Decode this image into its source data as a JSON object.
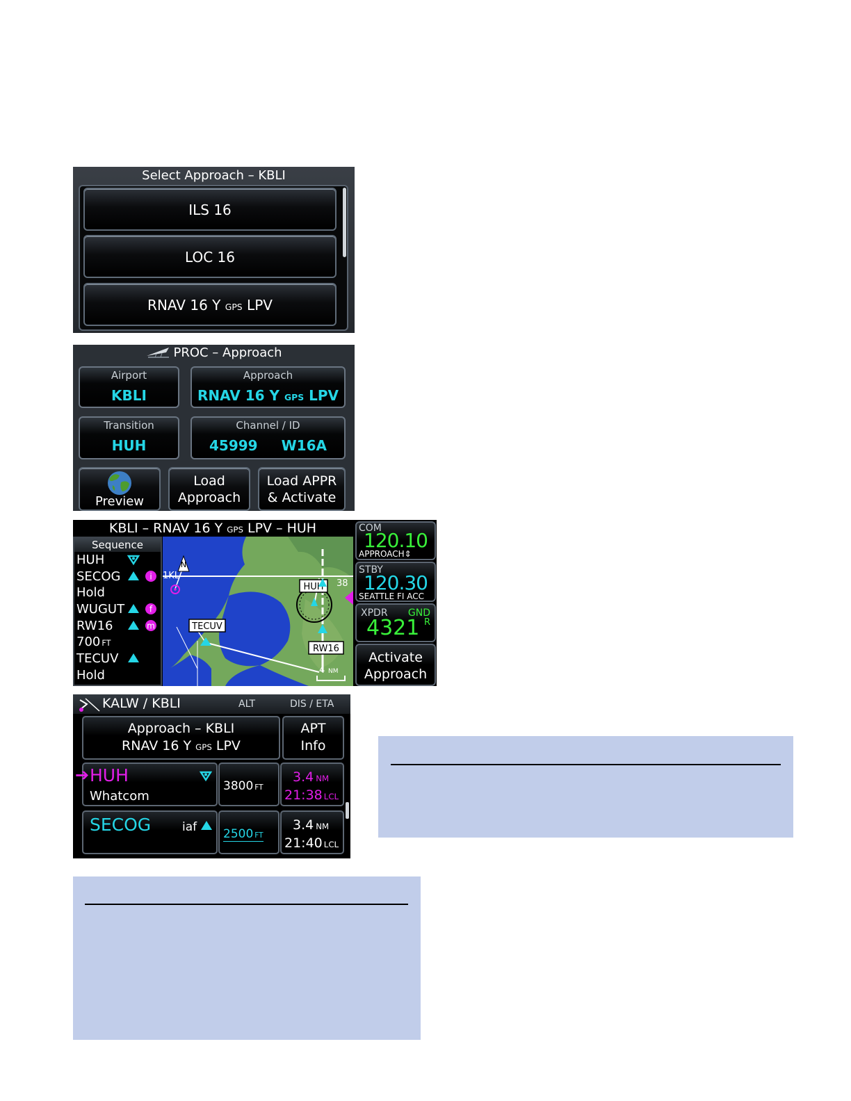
{
  "select_approach": {
    "title": "Select Approach – KBLI",
    "items": [
      {
        "main": "ILS 16",
        "gps": "",
        "suffix": ""
      },
      {
        "main": "LOC 16",
        "gps": "",
        "suffix": ""
      },
      {
        "main": "RNAV 16 Y ",
        "gps": "GPS",
        "suffix": " LPV"
      }
    ]
  },
  "proc": {
    "title": "PROC – Approach",
    "airport_label": "Airport",
    "airport_value": "KBLI",
    "approach_label": "Approach",
    "approach_main": "RNAV 16 Y ",
    "approach_gps": "GPS",
    "approach_suffix": " LPV",
    "transition_label": "Transition",
    "transition_value": "HUH",
    "channel_label": "Channel / ID",
    "channel_value": "45999",
    "id_value": "W16A",
    "preview_label": "Preview",
    "load_line1": "Load",
    "load_line2": "Approach",
    "loadact_line1": "Load APPR",
    "loadact_line2": "& Activate"
  },
  "map_page": {
    "header_a": "KBLI – RNAV 16 Y ",
    "header_gps": "GPS",
    "header_b": " LPV – HUH",
    "sequence_title": "Sequence",
    "sequence": [
      {
        "name": "HUH",
        "icon": "flyover-waypoint-icon",
        "tag": ""
      },
      {
        "name": "SECOG",
        "icon": "triangle-icon",
        "tag": "i"
      },
      {
        "name": "Hold",
        "icon": "",
        "tag": ""
      },
      {
        "name": "WUGUT",
        "icon": "triangle-icon",
        "tag": "f"
      },
      {
        "name": "RW16",
        "icon": "triangle-icon",
        "tag": "m"
      },
      {
        "name": "700",
        "unit": "FT",
        "icon": "",
        "tag": ""
      },
      {
        "name": "TECUV",
        "icon": "triangle-icon",
        "tag": ""
      },
      {
        "name": "Hold",
        "icon": "",
        "tag": ""
      }
    ],
    "map_labels": {
      "north": "N",
      "kl": "1KL",
      "huh": "HUH",
      "n38": "38",
      "tecuv": "TECUV",
      "rw16": "RW16",
      "scale_value": "4",
      "scale_unit": "NM"
    },
    "com_label": "COM",
    "com_freq": "120.10",
    "com_name": "APPROACH",
    "stby_label": "STBY",
    "stby_freq": "120.30",
    "stby_name": "SEATTLE FI ACC",
    "xpdr_label": "XPDR",
    "xpdr_mode": "GND",
    "xpdr_code": "4321",
    "xpdr_r": "R",
    "activate_line1": "Activate",
    "activate_line2": "Approach"
  },
  "flight_plan": {
    "route": "KALW / KBLI",
    "col_alt": "ALT",
    "col_dis": "DIS / ETA",
    "approach_line1": "Approach – KBLI",
    "approach_line2_main": "RNAV 16 Y ",
    "approach_line2_gps": "GPS",
    "approach_line2_suffix": " LPV",
    "apt_line1": "APT",
    "apt_line2": "Info",
    "rows": [
      {
        "id": "HUH",
        "name": "Whatcom",
        "tag": "",
        "alt": "3800",
        "alt_unit": "FT",
        "dis": "3.4",
        "dis_unit": "NM",
        "eta": "21:38",
        "eta_unit": "LCL"
      },
      {
        "id": "SECOG",
        "name": "",
        "tag": "iaf",
        "alt": "2500",
        "alt_unit": "FT",
        "dis": "3.4",
        "dis_unit": "NM",
        "eta": "21:40",
        "eta_unit": "LCL"
      }
    ]
  },
  "colors": {
    "cyan": "#25d6e6",
    "magenta": "#e21ee8",
    "green": "#39f03a",
    "note_box": "#c1cdea"
  }
}
